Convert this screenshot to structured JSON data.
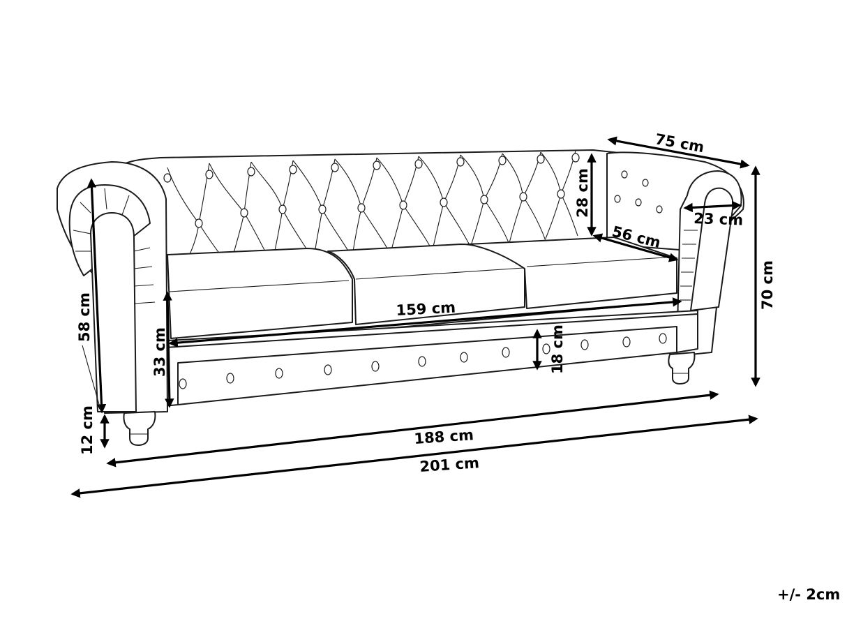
{
  "diagram": {
    "subject": "Three-seater Chesterfield sofa",
    "units": "cm",
    "tolerance": "+/- 2cm",
    "dimensions": {
      "total_width": {
        "label": "201 cm",
        "value": 201
      },
      "body_width": {
        "label": "188 cm",
        "value": 188
      },
      "seat_width": {
        "label": "159 cm",
        "value": 159
      },
      "total_depth": {
        "label": "75 cm",
        "value": 75
      },
      "seat_depth": {
        "label": "56 cm",
        "value": 56
      },
      "total_height": {
        "label": "70 cm",
        "value": 70
      },
      "arm_height": {
        "label": "58 cm",
        "value": 58
      },
      "backrest_height": {
        "label": "28 cm",
        "value": 28
      },
      "seat_height": {
        "label": "33 cm",
        "value": 33
      },
      "cushion_base_height": {
        "label": "18 cm",
        "value": 18
      },
      "leg_height": {
        "label": "12 cm",
        "value": 12
      },
      "arm_width": {
        "label": "23 cm",
        "value": 23
      }
    },
    "colors": {
      "line": "#1a1a1a",
      "background": "#ffffff",
      "dimension": "#000000"
    }
  }
}
